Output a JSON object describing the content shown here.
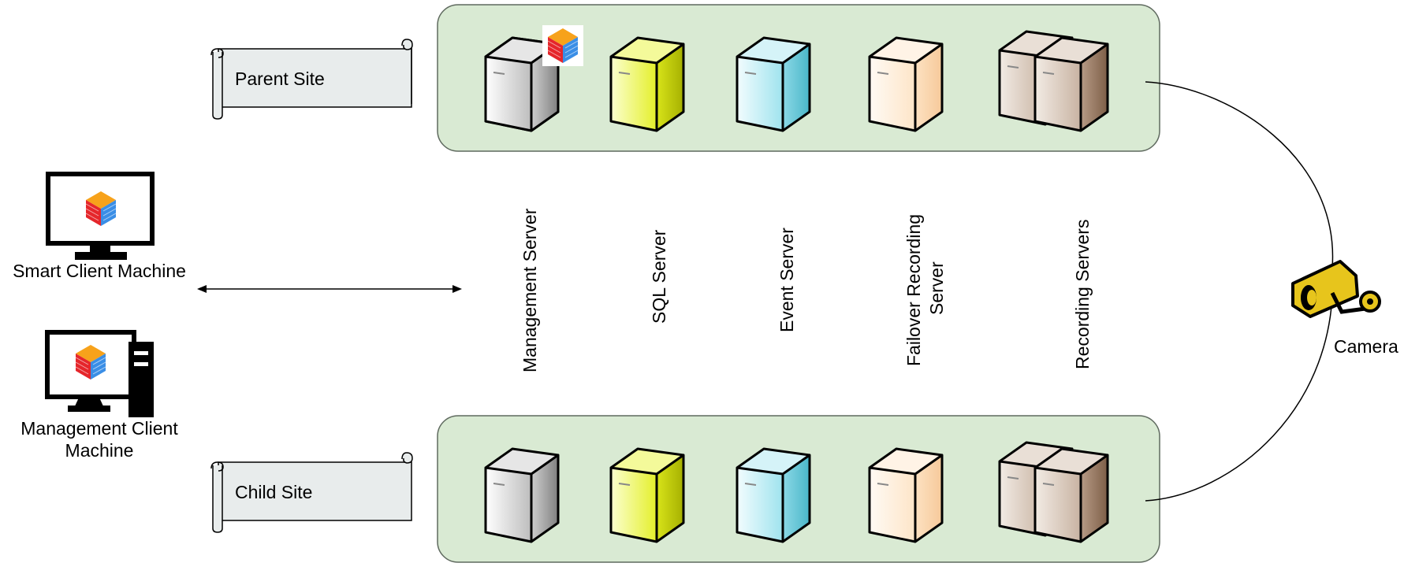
{
  "sites": {
    "parent": "Parent Site",
    "child": "Child Site"
  },
  "clients": {
    "smart_client": "Smart Client Machine",
    "management_client_line1": "Management Client",
    "management_client_line2": "Machine"
  },
  "servers": {
    "management": "Management Server",
    "sql": "SQL Server",
    "event": "Event  Server",
    "failover_line1": "Failover Recording",
    "failover_line2": "Server",
    "recording": "Recording Servers"
  },
  "camera_label": "Camera",
  "colors": {
    "site_panel_fill": "#d9ead3",
    "site_panel_stroke": "#5f6a5f",
    "scroll_fill": "#e8ecec",
    "management_server": "#c8c8c8",
    "sql_server": "#e2ee2a",
    "event_server": "#7fd6e4",
    "failover_server": "#fde0c0",
    "recording_server": "#b69a84",
    "camera_body": "#e7c51c"
  },
  "icons": {
    "product_logo": "colored-cube-logo",
    "smart_client": "monitor-icon",
    "management_client": "desktop-tower-icon",
    "camera": "security-camera-icon"
  }
}
